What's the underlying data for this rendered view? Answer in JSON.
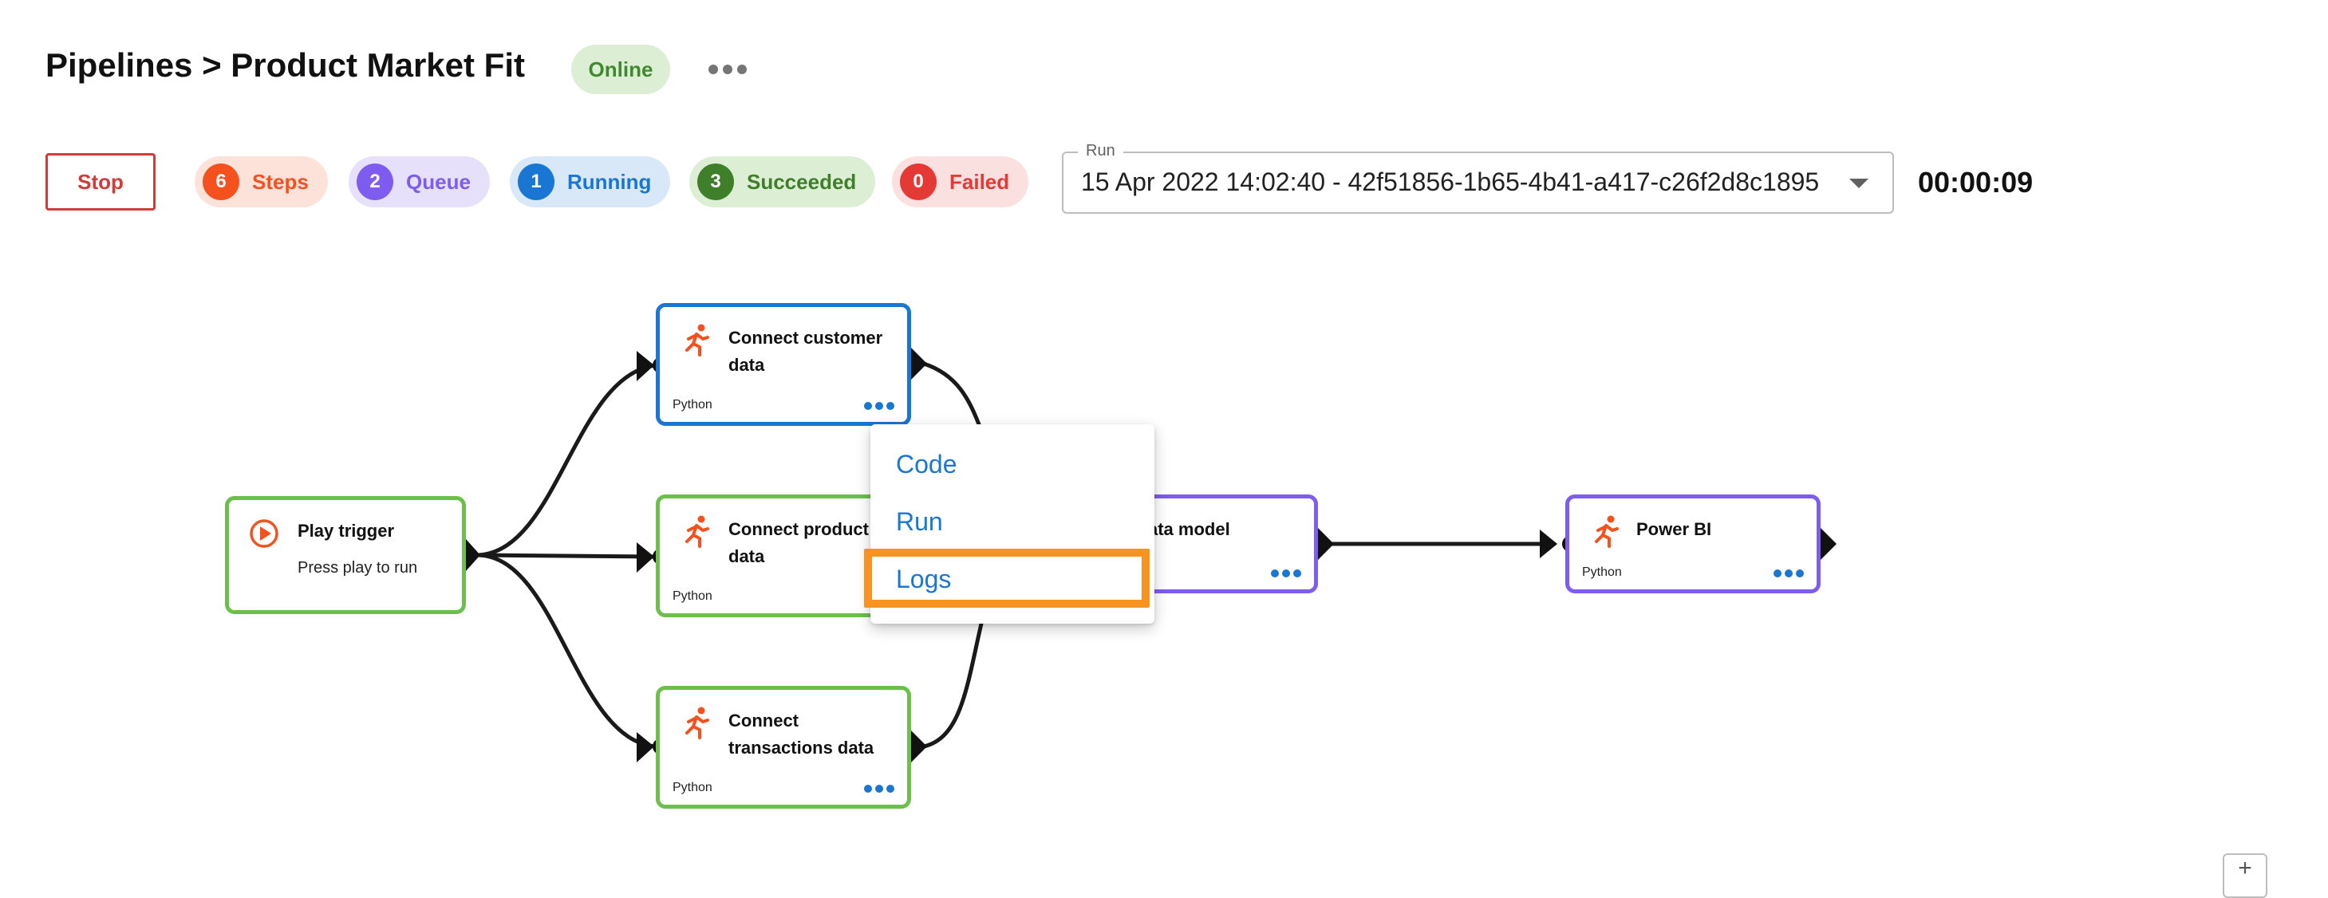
{
  "header": {
    "title": "Pipelines > Product Market Fit",
    "status": "Online"
  },
  "toolbar": {
    "stop_label": "Stop",
    "chips": [
      {
        "count": "6",
        "label": "Steps",
        "color": "#f4511e",
        "bg": "#fde2da"
      },
      {
        "count": "2",
        "label": "Queue",
        "color": "#7e5cf0",
        "bg": "#e6e0fb"
      },
      {
        "count": "1",
        "label": "Running",
        "color": "#1976d2",
        "bg": "#d8e8f8"
      },
      {
        "count": "3",
        "label": "Succeeded",
        "color": "#3f7f2a",
        "bg": "#dcefd4"
      },
      {
        "count": "0",
        "label": "Failed",
        "color": "#e53935",
        "bg": "#fbe0e0"
      }
    ],
    "run_label": "Run",
    "run_value": "15 Apr 2022 14:02:40 - 42f51856-1b65-4b41-a417-c26f2d8c1895",
    "timer": "00:00:09"
  },
  "nodes": {
    "play_trigger": {
      "title": "Play trigger",
      "subtitle": "Press play to run"
    },
    "connect_customer": {
      "title_line1": "Connect customer",
      "title_line2": "data",
      "lang": "Python",
      "status": "running"
    },
    "connect_product": {
      "title_line1": "Connect product",
      "title_line2": "data",
      "lang": "Python",
      "status": "succeeded"
    },
    "connect_transactions": {
      "title_line1": "Connect",
      "title_line2": "transactions data",
      "lang": "Python",
      "status": "succeeded"
    },
    "data_model": {
      "title": "ata model",
      "status": "queued"
    },
    "power_bi": {
      "title": "Power BI",
      "lang": "Python",
      "status": "queued"
    }
  },
  "context_menu": {
    "items": [
      "Code",
      "Run",
      "Logs"
    ],
    "highlighted": "Logs",
    "highlight_color": "#f7931e"
  },
  "colors": {
    "accent": "#1976d2",
    "success": "#6cbf4a",
    "queued": "#7e5cf0",
    "runner_icon": "#f4511e",
    "danger": "#d33a3a"
  }
}
